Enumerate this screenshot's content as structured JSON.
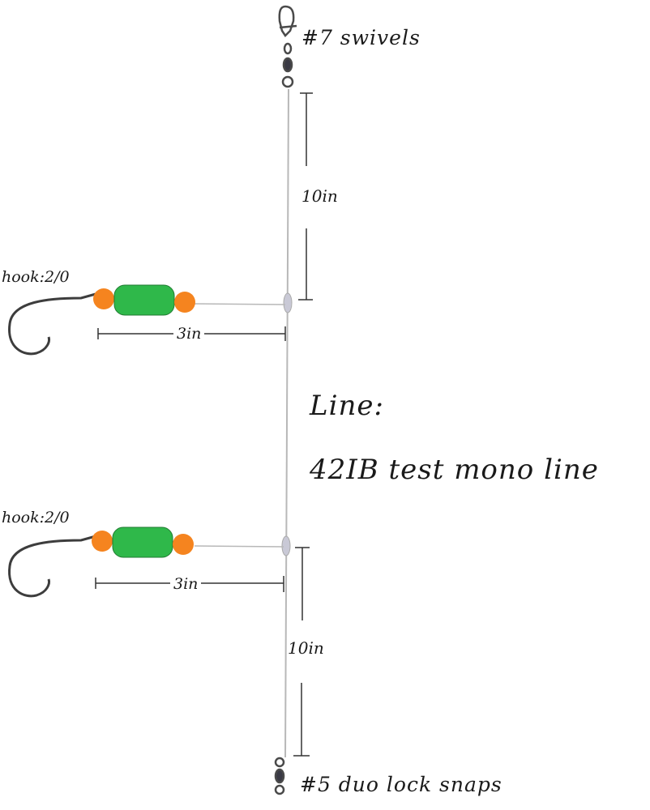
{
  "diagram": {
    "title": "Fishing rig with two hooks",
    "labels": {
      "top_swivel": "#7 swivels",
      "upper_segment_length": "10in",
      "hook_1": "hook:2/0",
      "dropper_1_length": "3in",
      "line_title": "Line:",
      "line_spec": "42IB test mono line",
      "hook_2": "hook:2/0",
      "dropper_2_length": "3in",
      "lower_segment_length": "10in",
      "bottom_snap": "#5 duo lock snaps"
    },
    "components": [
      {
        "name": "top-swivel-snap",
        "type": "#7 swivel with snap"
      },
      {
        "name": "main-line",
        "type": "mono line",
        "spec": "42IB test mono line"
      },
      {
        "name": "dropper-1",
        "hook": "2/0",
        "length": "3in",
        "beads": [
          "orange bead",
          "green float",
          "orange bead"
        ]
      },
      {
        "name": "dropper-2",
        "hook": "2/0",
        "length": "3in",
        "beads": [
          "orange bead",
          "green float",
          "orange bead"
        ]
      },
      {
        "name": "bottom-swivel",
        "type": "#5 duo lock snap"
      }
    ],
    "colors": {
      "float_green": "#2fb84a",
      "bead_orange": "#f5841f",
      "line_gray": "#b8b8b8",
      "hardware_metal": "#4a4a4a",
      "knot": "#c9c9d6",
      "text": "#1a1a1a"
    }
  }
}
